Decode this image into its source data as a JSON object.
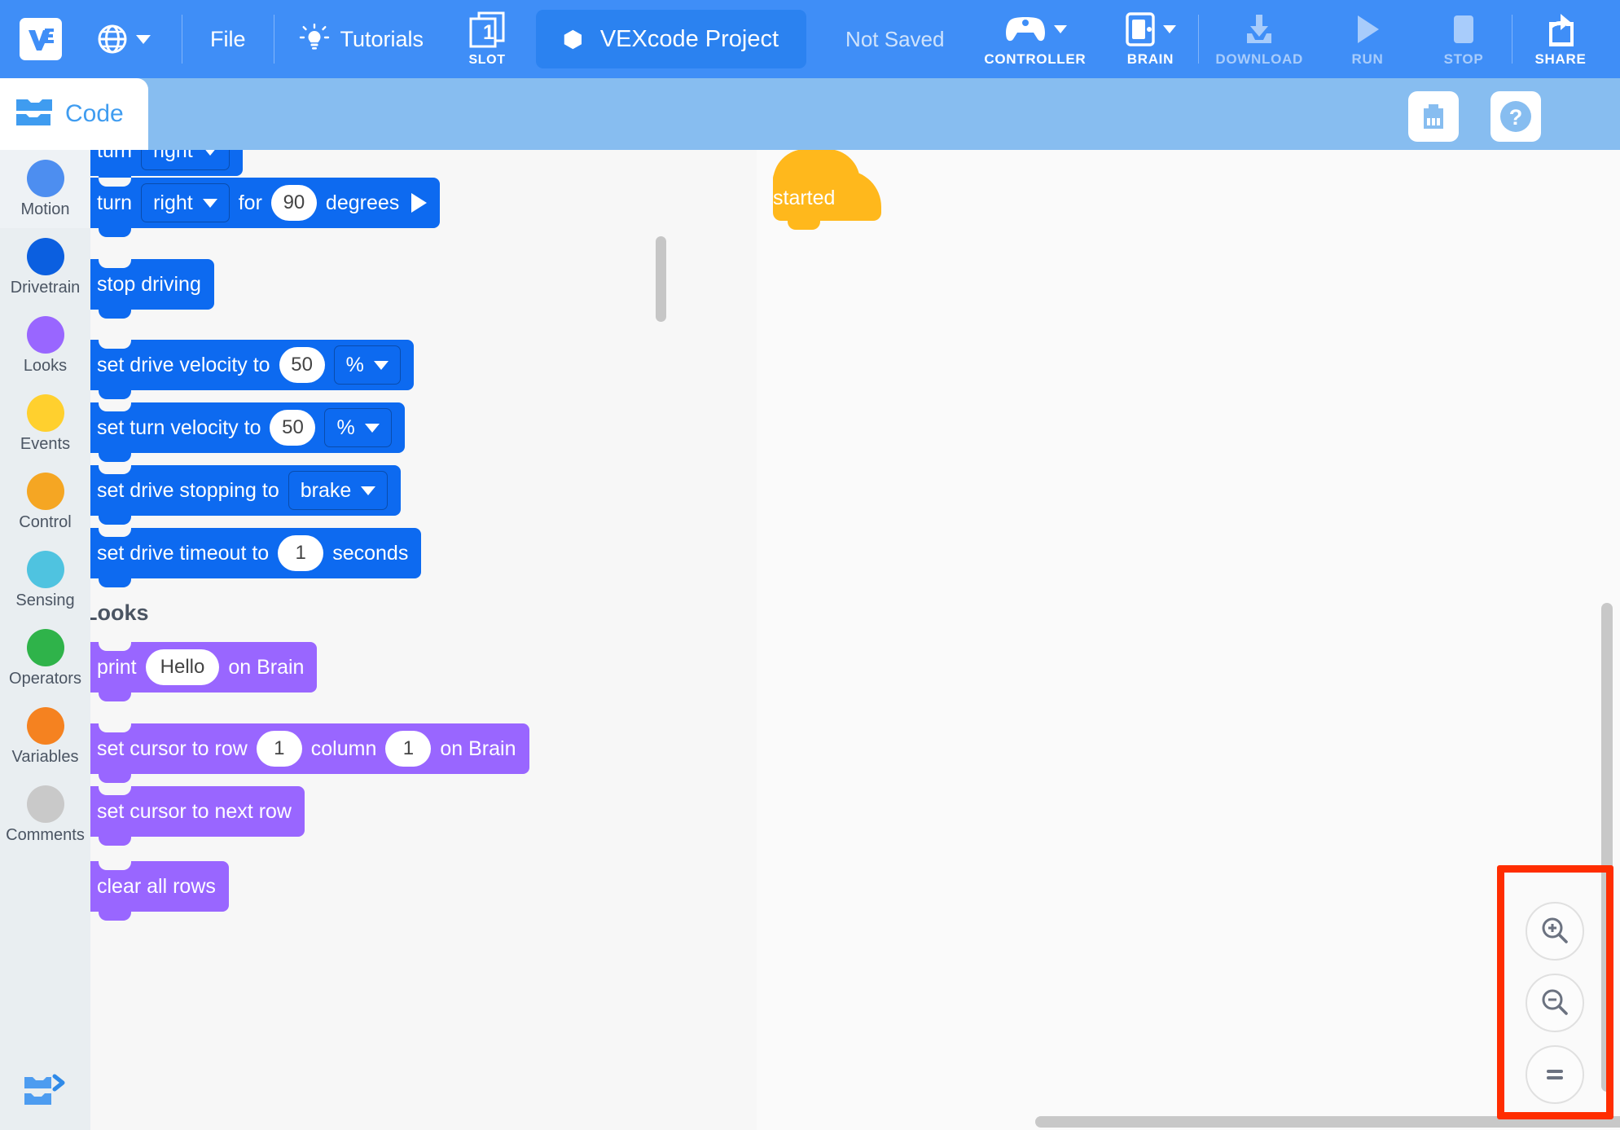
{
  "toolbar": {
    "logo_alt": "vex-v5-logo",
    "language_button": "globe",
    "file_label": "File",
    "tutorials_label": "Tutorials",
    "slot_number": "1",
    "slot_label": "SLOT",
    "project_name": "VEXcode Project",
    "save_status": "Not Saved",
    "devices": [
      {
        "name": "controller",
        "label": "CONTROLLER",
        "dimmed": false,
        "has_caret": true
      },
      {
        "name": "brain",
        "label": "BRAIN",
        "dimmed": false,
        "has_caret": true
      },
      {
        "name": "download",
        "label": "DOWNLOAD",
        "dimmed": true,
        "has_caret": false
      },
      {
        "name": "run",
        "label": "RUN",
        "dimmed": true,
        "has_caret": false
      },
      {
        "name": "stop",
        "label": "STOP",
        "dimmed": true,
        "has_caret": false
      },
      {
        "name": "share",
        "label": "SHARE",
        "dimmed": false,
        "has_caret": false
      }
    ]
  },
  "subbar": {
    "code_tab_label": "Code",
    "devices_icon": "devices-icon",
    "help_icon": "question-mark-icon"
  },
  "sidebar": {
    "categories": [
      {
        "label": "Motion",
        "color": "#4d8ef0",
        "selected": true
      },
      {
        "label": "Drivetrain",
        "color": "#0b5fe0",
        "selected": false
      },
      {
        "label": "Looks",
        "color": "#9966ff",
        "selected": false
      },
      {
        "label": "Events",
        "color": "#ffd02e",
        "selected": false
      },
      {
        "label": "Control",
        "color": "#f5a623",
        "selected": false
      },
      {
        "label": "Sensing",
        "color": "#4fc3e0",
        "selected": false
      },
      {
        "label": "Operators",
        "color": "#2fb34a",
        "selected": false
      },
      {
        "label": "Variables",
        "color": "#f58220",
        "selected": false
      },
      {
        "label": "Comments",
        "color": "#c9c9c9",
        "selected": false
      }
    ],
    "footer_icon": "block-switch-icon"
  },
  "palette": {
    "section_heading": "Looks",
    "blocks": [
      {
        "id": "turn-direction",
        "category": "motion",
        "parts": [
          {
            "type": "label",
            "text": "turn"
          },
          {
            "type": "dropdown",
            "text": "right"
          }
        ]
      },
      {
        "id": "turn-for-degrees",
        "category": "motion",
        "parts": [
          {
            "type": "label",
            "text": "turn"
          },
          {
            "type": "dropdown",
            "text": "right"
          },
          {
            "type": "label",
            "text": "for"
          },
          {
            "type": "number",
            "text": "90"
          },
          {
            "type": "label",
            "text": "degrees"
          },
          {
            "type": "play",
            "text": ""
          }
        ]
      },
      {
        "id": "stop-driving",
        "category": "motion",
        "parts": [
          {
            "type": "label",
            "text": "stop driving"
          }
        ]
      },
      {
        "id": "set-drive-velocity",
        "category": "motion",
        "parts": [
          {
            "type": "label",
            "text": "set drive velocity to"
          },
          {
            "type": "number",
            "text": "50"
          },
          {
            "type": "dropdown",
            "text": "%"
          }
        ]
      },
      {
        "id": "set-turn-velocity",
        "category": "motion",
        "parts": [
          {
            "type": "label",
            "text": "set turn velocity to"
          },
          {
            "type": "number",
            "text": "50"
          },
          {
            "type": "dropdown",
            "text": "%"
          }
        ]
      },
      {
        "id": "set-drive-stopping",
        "category": "motion",
        "parts": [
          {
            "type": "label",
            "text": "set drive stopping to"
          },
          {
            "type": "dropdown",
            "text": "brake"
          }
        ]
      },
      {
        "id": "set-drive-timeout",
        "category": "motion",
        "parts": [
          {
            "type": "label",
            "text": "set drive timeout to"
          },
          {
            "type": "number",
            "text": "1"
          },
          {
            "type": "label",
            "text": "seconds"
          }
        ]
      },
      {
        "id": "print-on-brain",
        "category": "looks",
        "parts": [
          {
            "type": "label",
            "text": "print"
          },
          {
            "type": "text",
            "text": "Hello"
          },
          {
            "type": "label",
            "text": "on Brain"
          }
        ]
      },
      {
        "id": "set-cursor-row-column",
        "category": "looks",
        "parts": [
          {
            "type": "label",
            "text": "set cursor to row"
          },
          {
            "type": "number",
            "text": "1"
          },
          {
            "type": "label",
            "text": "column"
          },
          {
            "type": "number",
            "text": "1"
          },
          {
            "type": "label",
            "text": "on Brain"
          }
        ]
      },
      {
        "id": "set-cursor-next-row",
        "category": "looks",
        "parts": [
          {
            "type": "label",
            "text": "set cursor to next row"
          }
        ]
      },
      {
        "id": "clear-all-rows",
        "category": "looks",
        "parts": [
          {
            "type": "label",
            "text": "clear all rows"
          }
        ]
      }
    ]
  },
  "workspace": {
    "hat_block_label": "when started"
  },
  "zoom_controls": {
    "zoom_in": "zoom-in-icon",
    "zoom_out": "zoom-out-icon",
    "zoom_reset": "zoom-reset-icon",
    "highlight_color": "#ff2d00"
  }
}
